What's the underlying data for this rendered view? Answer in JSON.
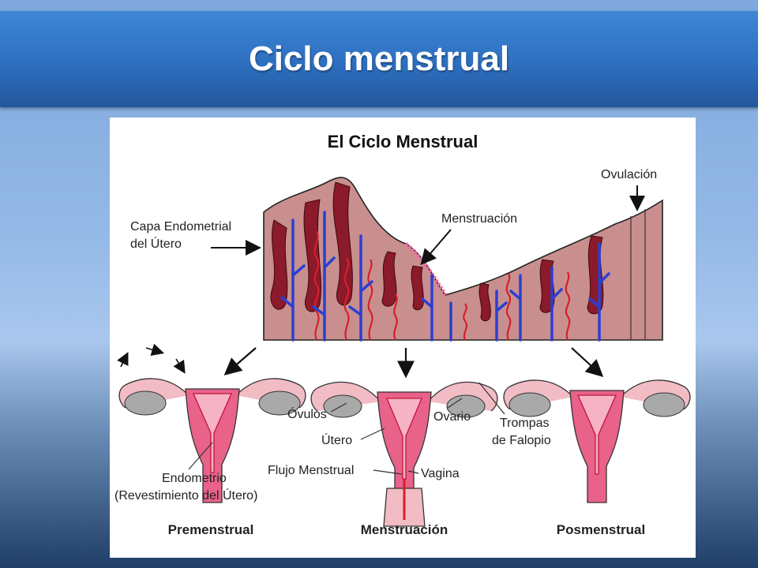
{
  "slide": {
    "title": "Ciclo menstrual"
  },
  "figure": {
    "heading": "El Ciclo Menstrual",
    "labels": {
      "capa_line1": "Capa Endometrial",
      "capa_line2": "del Útero",
      "menstruacion": "Menstruación",
      "ovulacion": "Ovulación",
      "ovulos": "Óvulos",
      "utero": "Útero",
      "ovario": "Ovario",
      "trompas_line1": "Trompas",
      "trompas_line2": "de Falopio",
      "flujo": "Flujo Menstrual",
      "vagina": "Vagina",
      "endometrio_line1": "Endometrio",
      "endometrio_line2": "(Revestimiento del Útero)"
    },
    "phases": [
      "Premenstrual",
      "Menstruación",
      "Posmenstrual"
    ],
    "colors": {
      "tissue": "#c98f8f",
      "artery": "#d61f2c",
      "vein": "#2b3fd1",
      "gland": "#8b1a2a",
      "uterus": "#e8628a",
      "tube": "#f2bcc4",
      "ovary": "#a9a9a9"
    }
  }
}
